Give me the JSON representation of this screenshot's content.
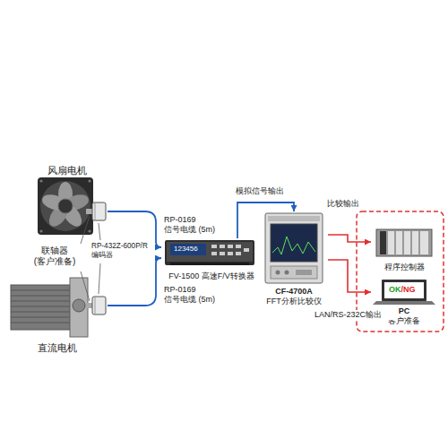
{
  "diagram": {
    "nodes": [
      {
        "text": [
          "风扇电机"
        ]
      },
      {
        "text": [
          "直流电机"
        ]
      },
      {
        "text": [
          "FV-1500 高速F/V转换器"
        ]
      },
      {
        "text": [
          "CF-4700A",
          "FFT分析比较仪"
        ]
      },
      {
        "text": [
          "程序控制器"
        ]
      },
      {
        "text": [
          "PC",
          "客户准备"
        ]
      }
    ],
    "edges": [
      {
        "from": 0,
        "to": 2,
        "label": "RP-0169 信号电缆 (5m)",
        "arrow": "to"
      },
      {
        "from": 1,
        "to": 2,
        "label": "RP-0169 信号电缆 (5m)",
        "arrow": "to"
      },
      {
        "from": 2,
        "to": 3,
        "label": "模拟信号输出",
        "arrow": "to"
      },
      {
        "from": 3,
        "to": 4,
        "label": "比较输出",
        "arrow": "to"
      },
      {
        "from": 3,
        "to": 5,
        "label": "LAN/RS-232C输出",
        "arrow": "to"
      }
    ],
    "labels": [
      "联轴器 (客户准备)",
      "RP-432Z-600P/R 编码器",
      "123456",
      "OK",
      "/NG"
    ]
  }
}
